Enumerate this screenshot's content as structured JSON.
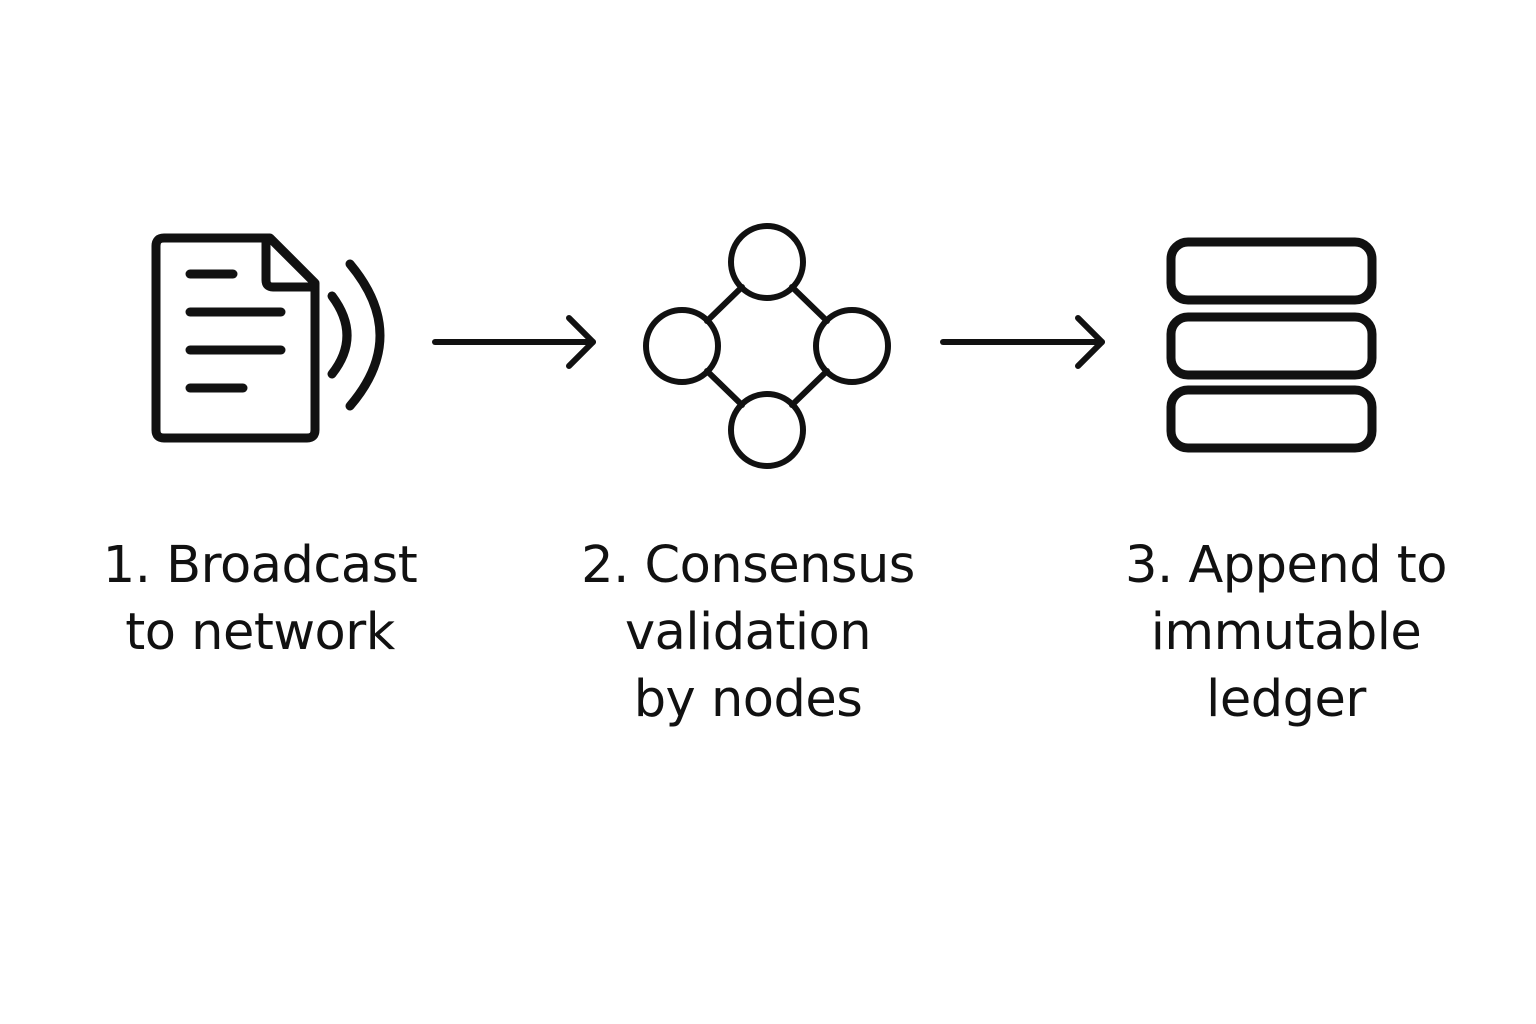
{
  "steps": [
    {
      "icon": "document-broadcast-icon",
      "lines": [
        "1. Broadcast",
        "to network"
      ]
    },
    {
      "icon": "node-network-icon",
      "lines": [
        "2. Consensus",
        "validation",
        "by nodes"
      ]
    },
    {
      "icon": "ledger-stack-icon",
      "lines": [
        "3. Append to",
        "immutable",
        "ledger"
      ]
    }
  ],
  "connectors": [
    "arrow-right-icon",
    "arrow-right-icon"
  ],
  "colors": {
    "stroke": "#111111",
    "background": "#ffffff"
  }
}
